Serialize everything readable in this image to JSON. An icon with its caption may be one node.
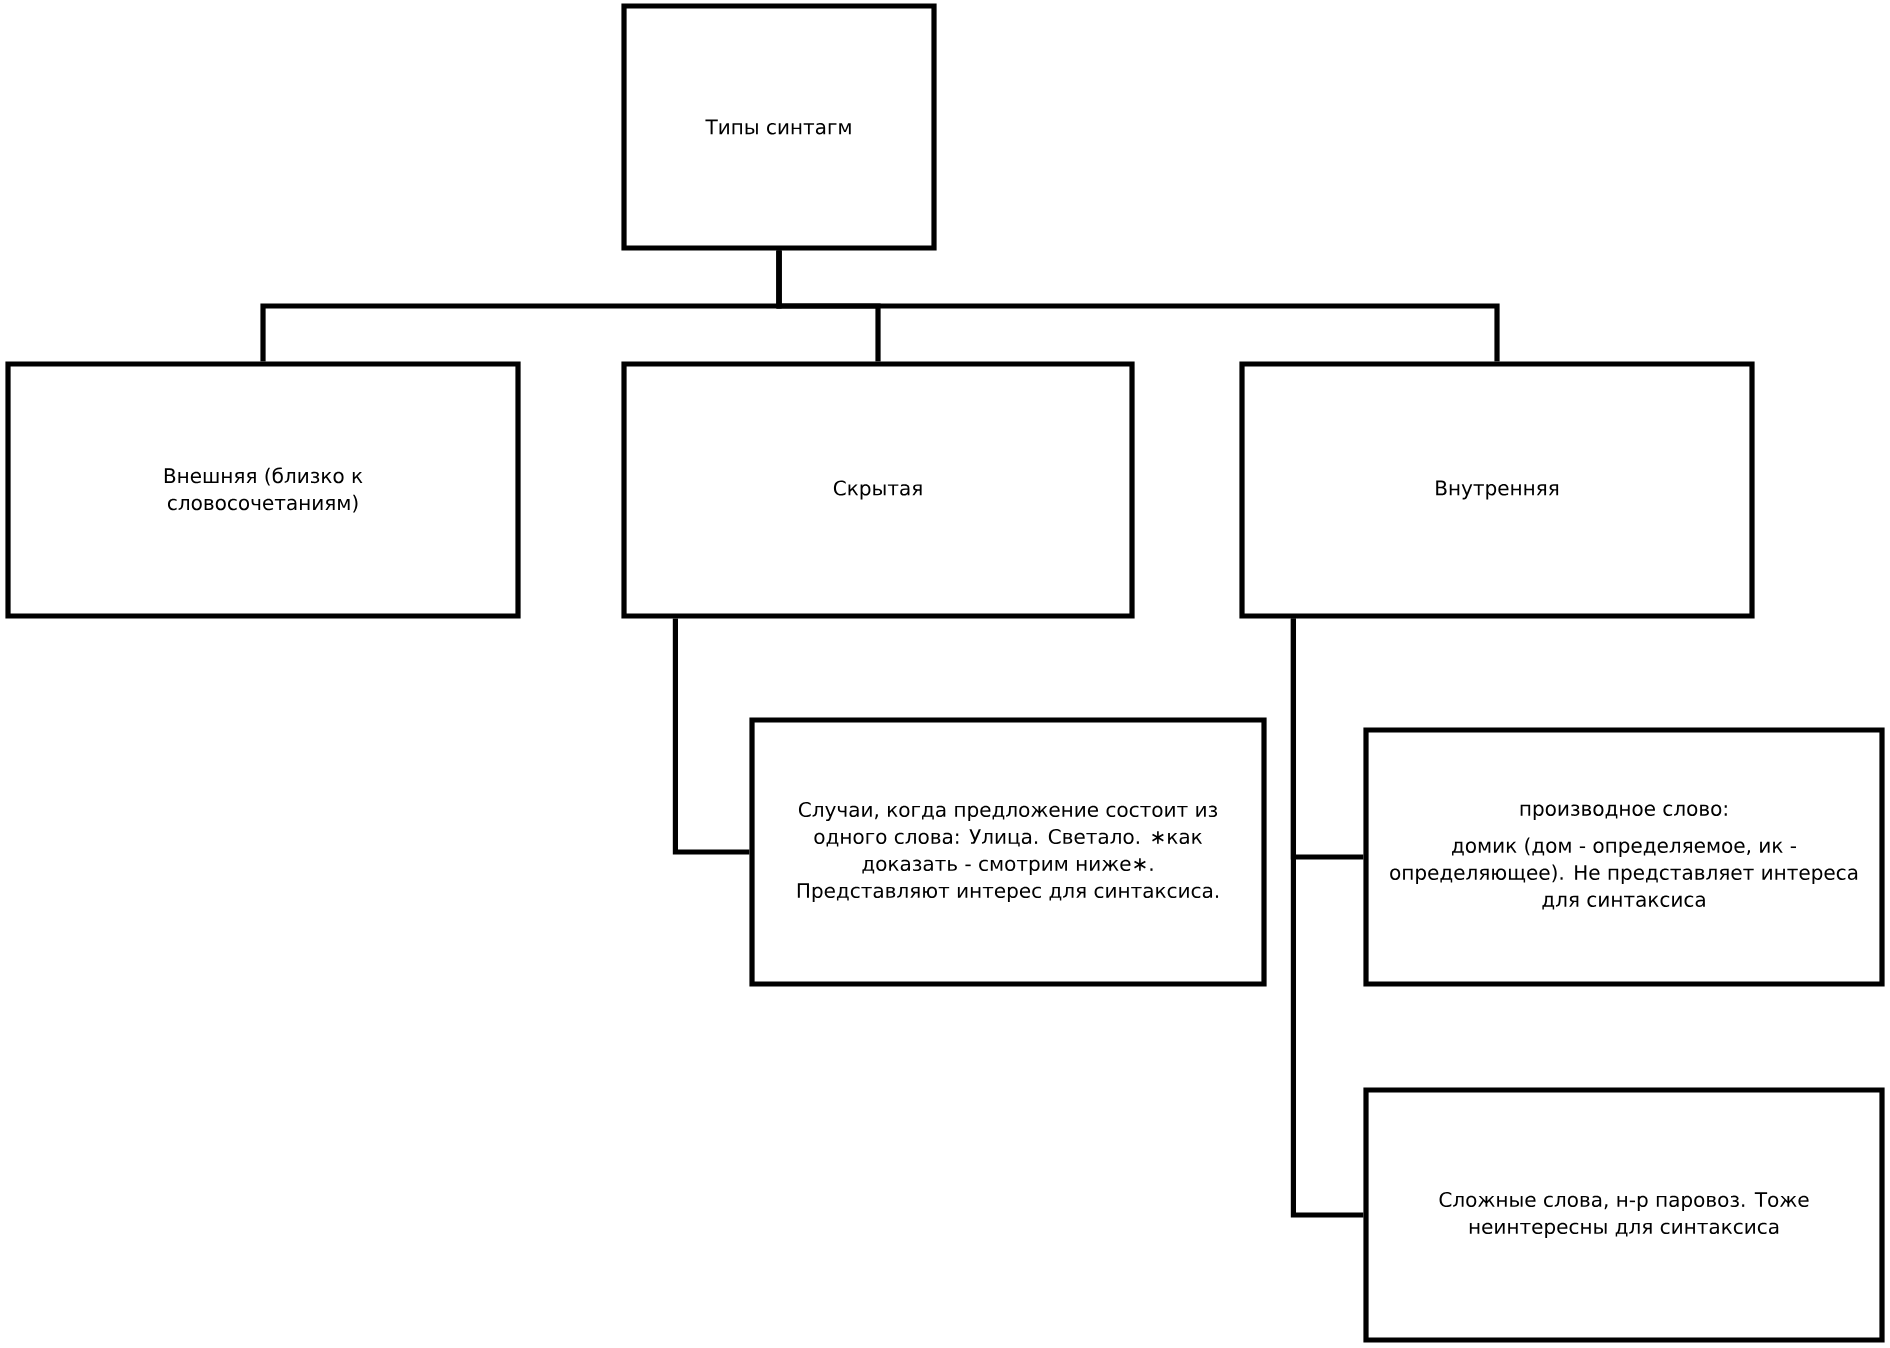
{
  "diagram": {
    "nodes": [
      {
        "text": [
          "Типы синтагм"
        ]
      },
      {
        "text": [
          "Внешняя (близко к словосочетаниям)"
        ]
      },
      {
        "text": [
          "Скрытая"
        ]
      },
      {
        "text": [
          "Внутренняя"
        ]
      },
      {
        "text": [
          "Случаи, когда предложение состоит из одного слова: Улица. Светало. ∗как доказать - смотрим ниже∗. Представляют интерес для синтаксиса."
        ]
      },
      {
        "text": [
          "производное слово:",
          "домик (дом - определяемое, ик - определяющее). Не представляет интереса для синтаксиса"
        ]
      },
      {
        "text": [
          "Сложные слова, н-р паровоз. Тоже неинтересны для синтаксиса"
        ]
      }
    ],
    "edges": [
      {
        "from": 0,
        "to": 1,
        "arrow": "none"
      },
      {
        "from": 0,
        "to": 2,
        "arrow": "none"
      },
      {
        "from": 0,
        "to": 3,
        "arrow": "none"
      },
      {
        "from": 2,
        "to": 4,
        "arrow": "none"
      },
      {
        "from": 3,
        "to": 5,
        "arrow": "none"
      },
      {
        "from": 3,
        "to": 6,
        "arrow": "none"
      }
    ]
  }
}
